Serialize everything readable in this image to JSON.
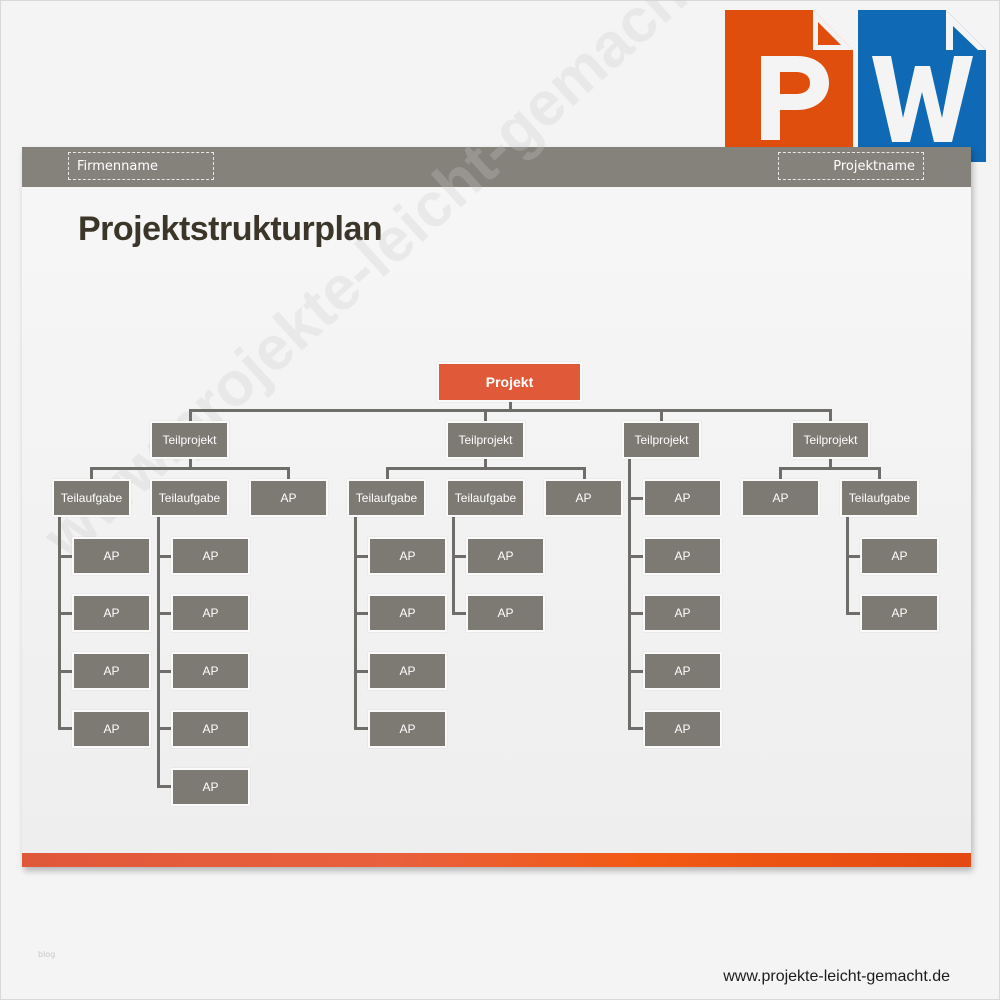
{
  "header": {
    "company_placeholder": "Firmenname",
    "project_placeholder": "Projektname"
  },
  "title": "Projektstrukturplan",
  "logos": {
    "powerpoint": {
      "letter": "P",
      "color": "#e04e0e"
    },
    "word": {
      "letter": "W",
      "color": "#0f69b4"
    }
  },
  "colors": {
    "root_box": "#e05a3a",
    "node_box": "#7d7a73",
    "header_bar": "#85827c",
    "bottom_bar": "#e8603c",
    "title_text": "#3b3629"
  },
  "chart_data": {
    "type": "tree",
    "root": "Projekt",
    "children": [
      {
        "label": "Teilprojekt",
        "children": [
          {
            "label": "Teilaufgabe",
            "children": [
              "AP",
              "AP",
              "AP",
              "AP"
            ]
          },
          {
            "label": "Teilaufgabe",
            "children": [
              "AP",
              "AP",
              "AP",
              "AP",
              "AP"
            ]
          },
          {
            "label": "AP",
            "children": []
          }
        ]
      },
      {
        "label": "Teilprojekt",
        "children": [
          {
            "label": "Teilaufgabe",
            "children": [
              "AP",
              "AP",
              "AP",
              "AP"
            ]
          },
          {
            "label": "Teilaufgabe",
            "children": [
              "AP",
              "AP"
            ]
          },
          {
            "label": "AP",
            "children": []
          }
        ]
      },
      {
        "label": "Teilprojekt",
        "children": [
          "AP",
          "AP",
          "AP",
          "AP",
          "AP"
        ]
      },
      {
        "label": "Teilprojekt",
        "children": [
          {
            "label": "AP",
            "children": []
          },
          {
            "label": "Teilaufgabe",
            "children": [
              "AP",
              "AP"
            ]
          }
        ]
      }
    ]
  },
  "nodes": {
    "root": "Projekt",
    "tp": [
      "Teilprojekt",
      "Teilprojekt",
      "Teilprojekt",
      "Teilprojekt"
    ],
    "l2": [
      "Teilaufgabe",
      "Teilaufgabe",
      "AP",
      "Teilaufgabe",
      "Teilaufgabe",
      "AP",
      "AP",
      "AP",
      "Teilaufgabe"
    ],
    "ap": "AP"
  },
  "watermark": "www.projekte-leicht-gemacht.de",
  "footer": {
    "url": "www.projekte-leicht-gemacht.de",
    "blog": "blog"
  }
}
